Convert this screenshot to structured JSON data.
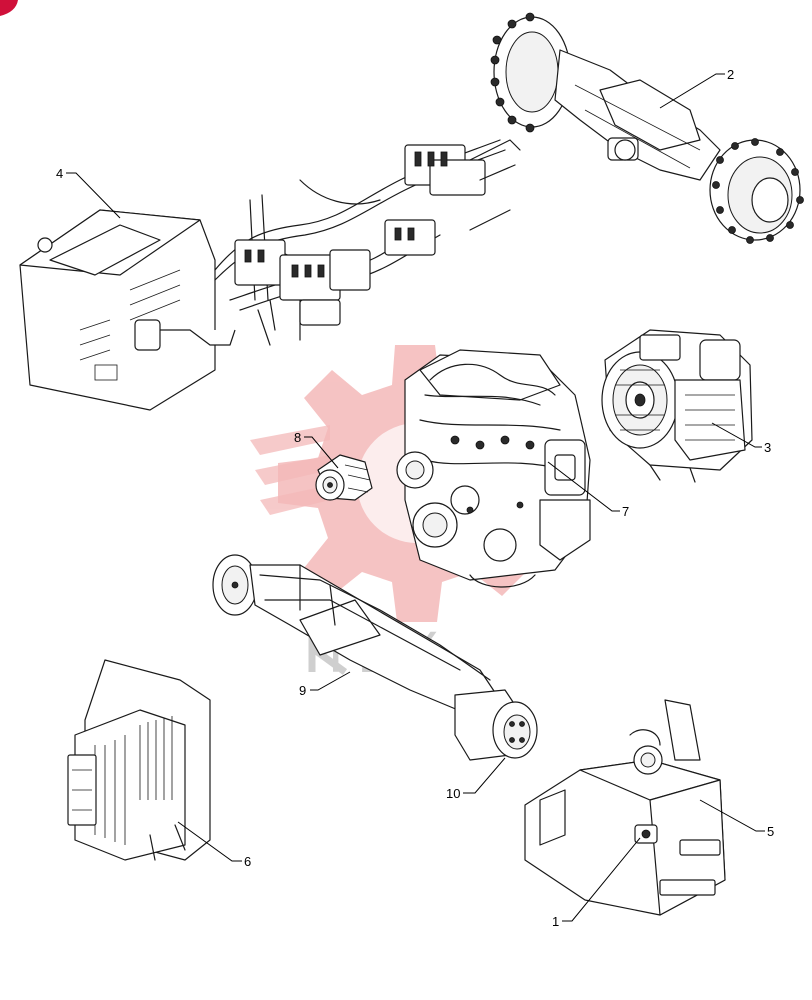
{
  "diagram": {
    "watermark_text": "TEX",
    "colors": {
      "watermark_gear": "#f4b9b9",
      "watermark_text": "#cfcfcf",
      "line": "#1a1a1a",
      "corner_mark": "#d0103a"
    },
    "callouts": [
      {
        "id": "c1",
        "label": "1"
      },
      {
        "id": "c2",
        "label": "2"
      },
      {
        "id": "c3",
        "label": "3"
      },
      {
        "id": "c4",
        "label": "4"
      },
      {
        "id": "c5",
        "label": "5"
      },
      {
        "id": "c6",
        "label": "6"
      },
      {
        "id": "c7",
        "label": "7"
      },
      {
        "id": "c8",
        "label": "8"
      },
      {
        "id": "c9",
        "label": "9"
      },
      {
        "id": "c10",
        "label": "10"
      }
    ]
  }
}
